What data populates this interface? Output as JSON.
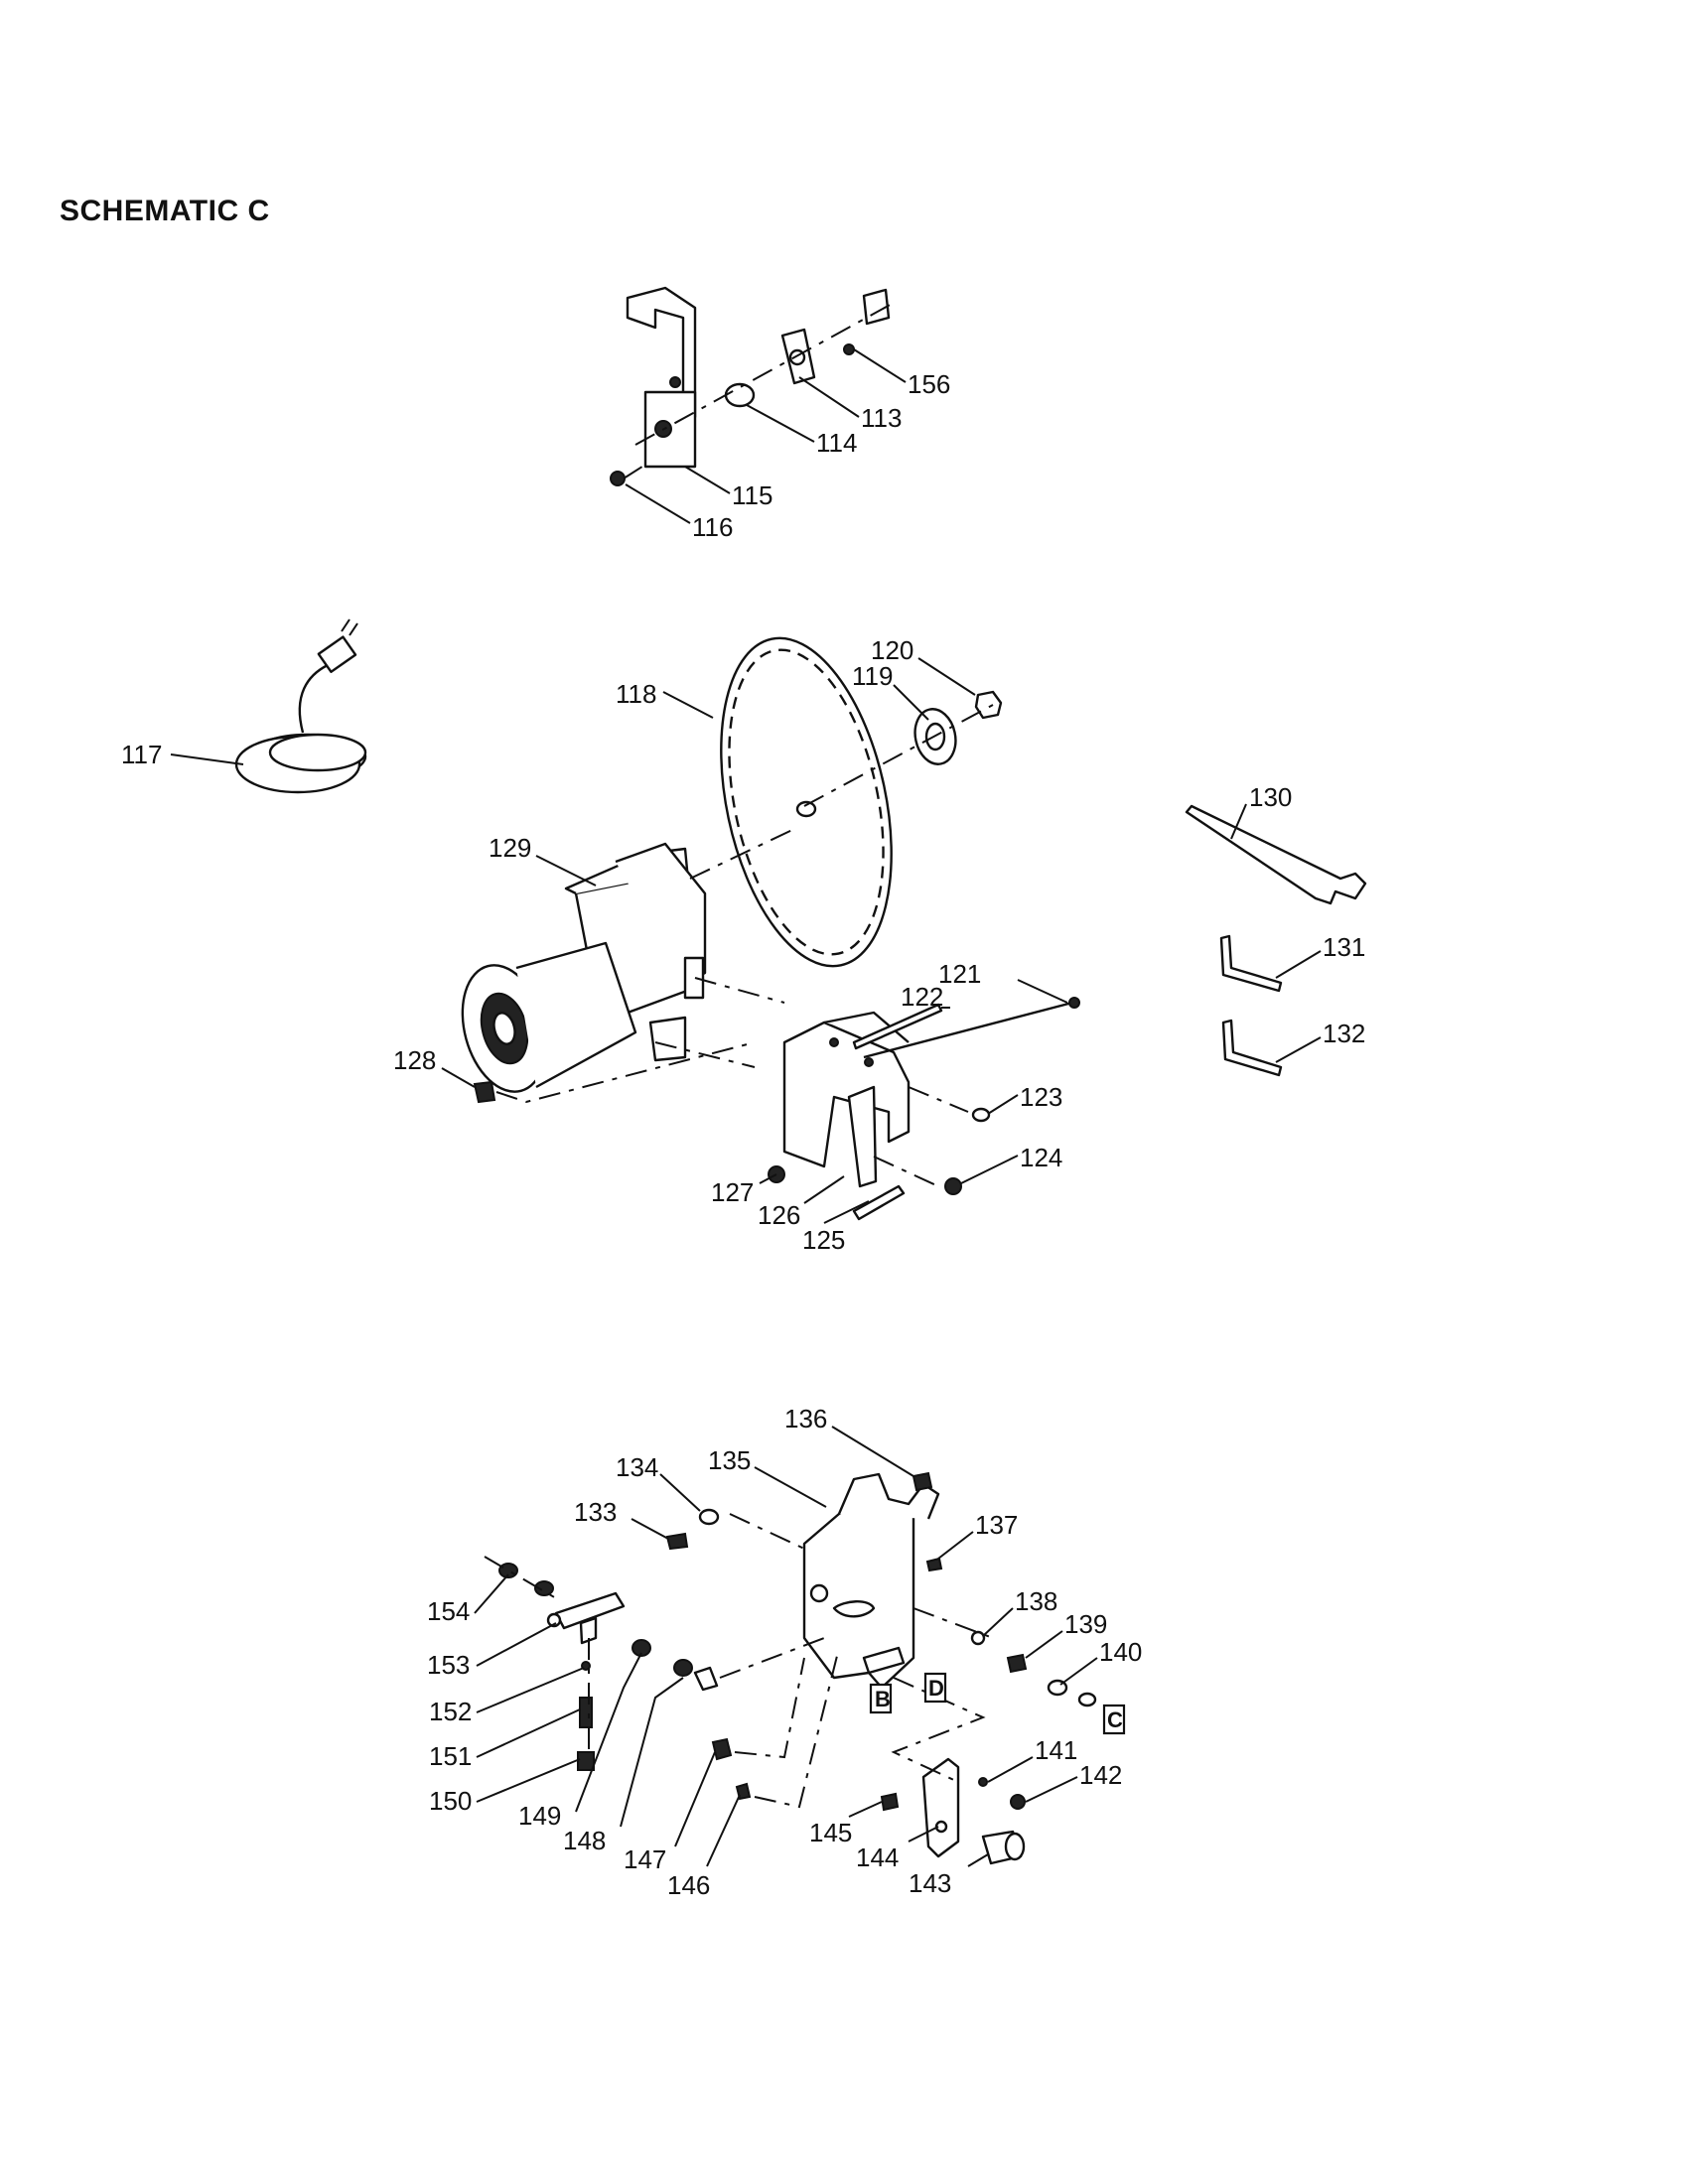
{
  "title": "SCHEMATIC C",
  "parts": [
    {
      "number": "113"
    },
    {
      "number": "114"
    },
    {
      "number": "115"
    },
    {
      "number": "116"
    },
    {
      "number": "117"
    },
    {
      "number": "118"
    },
    {
      "number": "119"
    },
    {
      "number": "120"
    },
    {
      "number": "121"
    },
    {
      "number": "122"
    },
    {
      "number": "123"
    },
    {
      "number": "124"
    },
    {
      "number": "125"
    },
    {
      "number": "126"
    },
    {
      "number": "127"
    },
    {
      "number": "128"
    },
    {
      "number": "129"
    },
    {
      "number": "130"
    },
    {
      "number": "131"
    },
    {
      "number": "132"
    },
    {
      "number": "133"
    },
    {
      "number": "134"
    },
    {
      "number": "135"
    },
    {
      "number": "136"
    },
    {
      "number": "137"
    },
    {
      "number": "138"
    },
    {
      "number": "139"
    },
    {
      "number": "140"
    },
    {
      "number": "141"
    },
    {
      "number": "142"
    },
    {
      "number": "143"
    },
    {
      "number": "144"
    },
    {
      "number": "145"
    },
    {
      "number": "146"
    },
    {
      "number": "147"
    },
    {
      "number": "148"
    },
    {
      "number": "149"
    },
    {
      "number": "150"
    },
    {
      "number": "151"
    },
    {
      "number": "152"
    },
    {
      "number": "153"
    },
    {
      "number": "154"
    },
    {
      "number": "156"
    }
  ],
  "reference_boxes": [
    {
      "letter": "B"
    },
    {
      "letter": "C"
    },
    {
      "letter": "D"
    }
  ]
}
